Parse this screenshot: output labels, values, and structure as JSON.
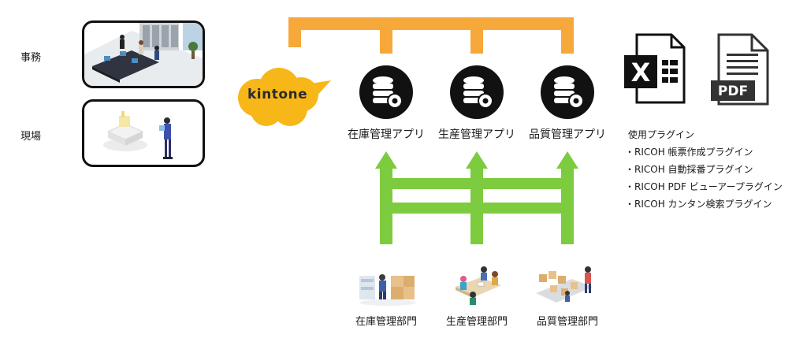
{
  "left": {
    "office_label": "事務",
    "field_label": "現場"
  },
  "cloud": {
    "label": "kintone"
  },
  "apps": [
    {
      "label": "在庫管理アプリ"
    },
    {
      "label": "生産管理アプリ"
    },
    {
      "label": "品質管理アプリ"
    }
  ],
  "departments": [
    {
      "label": "在庫管理部門"
    },
    {
      "label": "生産管理部門"
    },
    {
      "label": "品質管理部門"
    }
  ],
  "plugins": {
    "title": "使用プラグイン",
    "items": [
      "・RICOH 帳票作成プラグイン",
      "・RICOH 自動採番プラグイン",
      "・RICOH PDF ビューアープラグイン",
      "・RICOH カンタン検索プラグイン"
    ]
  },
  "file_icons": {
    "excel_letter": "X",
    "pdf_label": "PDF"
  },
  "colors": {
    "orange": "#F6A83A",
    "green": "#7DCB3F",
    "cloud": "#F7B718",
    "dark": "#111111"
  }
}
